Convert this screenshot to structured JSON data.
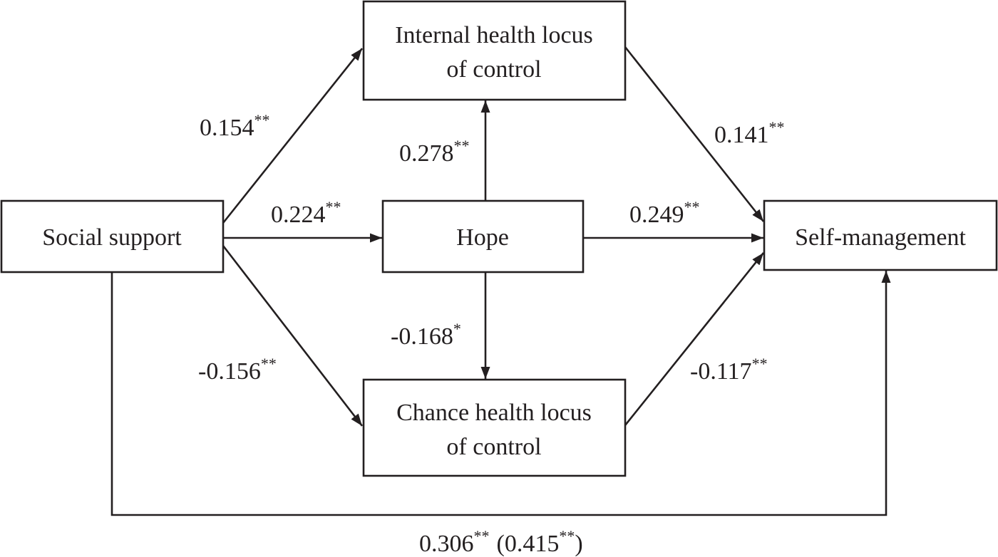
{
  "nodes": {
    "social_support": {
      "lines": [
        "Social support"
      ]
    },
    "hope": {
      "lines": [
        "Hope"
      ]
    },
    "internal": {
      "lines": [
        "Internal health locus",
        "of control"
      ]
    },
    "chance": {
      "lines": [
        "Chance health locus",
        "of control"
      ]
    },
    "self_management": {
      "lines": [
        "Self-management"
      ]
    }
  },
  "edges": {
    "social_support_to_internal": {
      "coef": "0.154",
      "sig": "**"
    },
    "social_support_to_hope": {
      "coef": "0.224",
      "sig": "**"
    },
    "social_support_to_chance": {
      "coef": "-0.156",
      "sig": "**"
    },
    "hope_to_internal": {
      "coef": "0.278",
      "sig": "**"
    },
    "hope_to_chance": {
      "coef": "-0.168",
      "sig": "*"
    },
    "hope_to_self_management": {
      "coef": "0.249",
      "sig": "**"
    },
    "internal_to_self_management": {
      "coef": "0.141",
      "sig": "**"
    },
    "chance_to_self_management": {
      "coef": "-0.117",
      "sig": "**"
    },
    "social_support_to_self_management": {
      "coef": "0.306",
      "sig": "**",
      "paren_open": "(",
      "paren_coef": "0.415",
      "paren_sig": "**",
      "paren_close": ")"
    }
  }
}
